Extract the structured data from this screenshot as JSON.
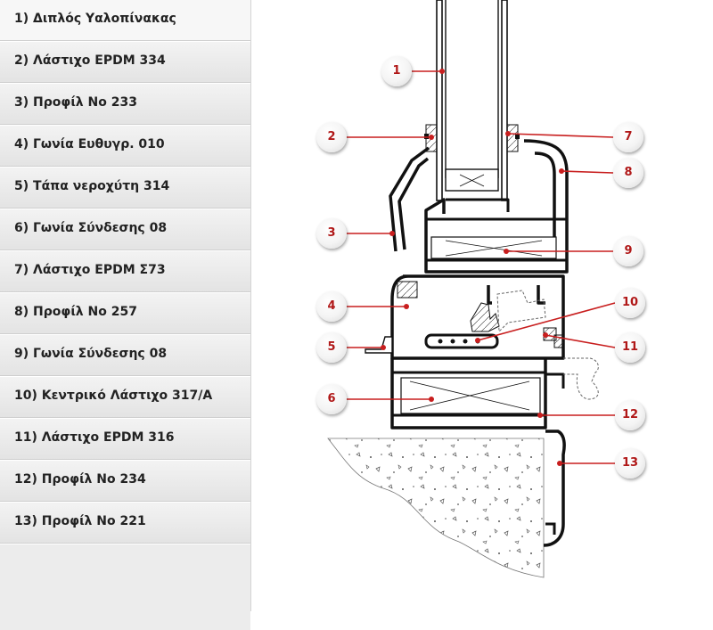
{
  "legend": [
    {
      "number": 1,
      "label": "1) Διπλός Υαλοπίνακας"
    },
    {
      "number": 2,
      "label": "2) Λάστιχο EPDM 334"
    },
    {
      "number": 3,
      "label": "3) Προφίλ Νο 233"
    },
    {
      "number": 4,
      "label": "4) Γωνία Ευθυγρ. 010"
    },
    {
      "number": 5,
      "label": "5) Τάπα νεροχύτη 314"
    },
    {
      "number": 6,
      "label": "6) Γωνία Σύνδεσης 08"
    },
    {
      "number": 7,
      "label": "7) Λάστιχο EPDM Σ73"
    },
    {
      "number": 8,
      "label": "8) Προφίλ Νο 257"
    },
    {
      "number": 9,
      "label": "9) Γωνία Σύνδεσης 08"
    },
    {
      "number": 10,
      "label": "10) Κεντρικό Λάστιχο 317/Α"
    },
    {
      "number": 11,
      "label": "11) Λάστιχο EPDM 316"
    },
    {
      "number": 12,
      "label": "12) Προφίλ Νο 234"
    },
    {
      "number": 13,
      "label": "13) Προφίλ Νο 221"
    }
  ],
  "callouts": {
    "c1": "1",
    "c2": "2",
    "c3": "3",
    "c4": "4",
    "c5": "5",
    "c6": "6",
    "c7": "7",
    "c8": "8",
    "c9": "9",
    "c10": "10",
    "c11": "11",
    "c12": "12",
    "c13": "13"
  },
  "colors": {
    "leader_line": "#c81e1e",
    "profile": "#111111",
    "legend_background": "#e9e9e9",
    "callout_text": "#b01818"
  }
}
